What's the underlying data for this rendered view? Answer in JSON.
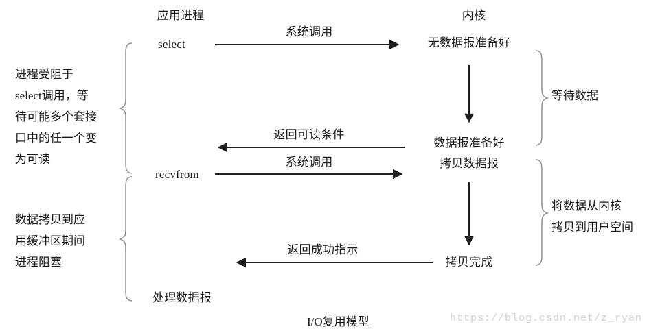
{
  "diagram": {
    "title": "I/O复用模型",
    "watermark": "https://blog.csdn.net/z_ryan",
    "columns": {
      "application": "应用进程",
      "kernel": "内核"
    },
    "application_steps": {
      "select": "select",
      "recvfrom": "recvfrom",
      "process_datagram": "处理数据报"
    },
    "kernel_states": {
      "no_data_ready": "无数据报准备好",
      "data_ready": "数据报准备好",
      "copy_datagram": "拷贝数据报",
      "copy_complete": "拷贝完成"
    },
    "arrows": {
      "syscall_select": "系统调用",
      "return_readable": "返回可读条件",
      "syscall_recvfrom": "系统调用",
      "return_success": "返回成功指示"
    },
    "left_annotations": [
      "进程受阻于\nselect调用，等\n待可能多个套接\n口中的任一个变\n为可读",
      "数据拷贝到应\n用缓冲区期间\n进程阻塞"
    ],
    "right_annotations": [
      "等待数据",
      "将数据从内核\n拷贝到用户空间"
    ],
    "colors": {
      "ink": "#1a1a1a",
      "line": "#2b2b2b",
      "brace": "#8a8a8a",
      "watermark": "#cfcfcf",
      "background": "#ffffff"
    }
  }
}
